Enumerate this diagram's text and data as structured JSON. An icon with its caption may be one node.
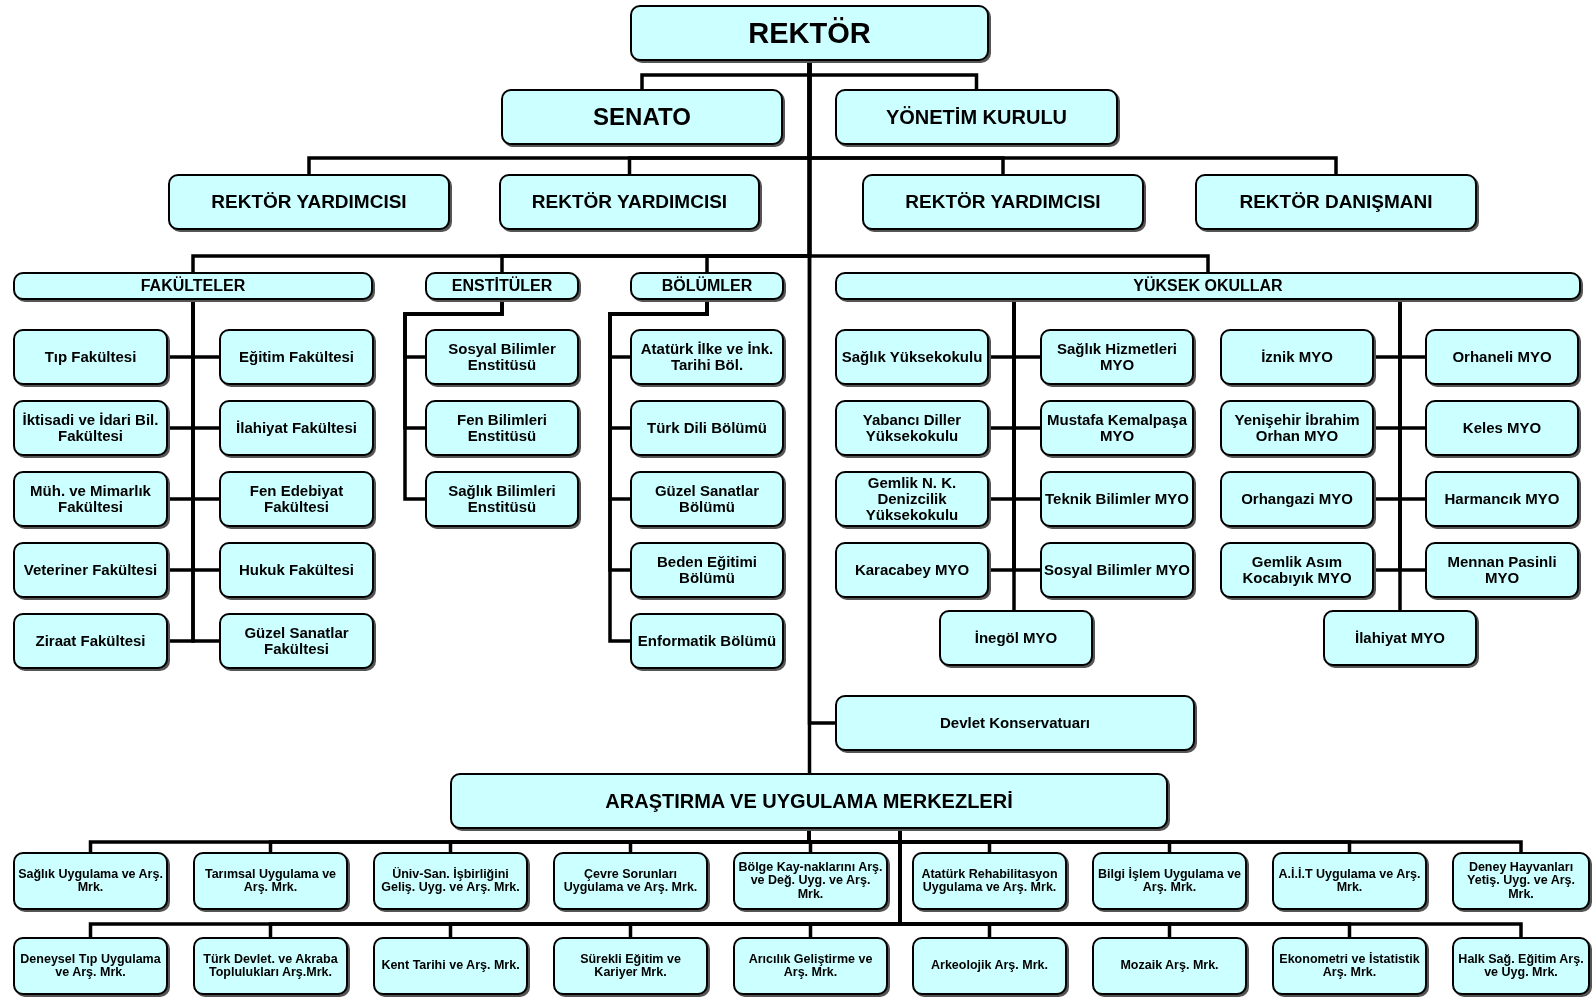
{
  "diagram": {
    "nodes": [
      {
        "text": [
          "REKTÖR"
        ]
      },
      {
        "text": [
          "SENATO"
        ]
      },
      {
        "text": [
          "YÖNETİM KURULU"
        ]
      },
      {
        "text": [
          "REKTÖR YARDIMCISI"
        ]
      },
      {
        "text": [
          "REKTÖR YARDIMCISI"
        ]
      },
      {
        "text": [
          "REKTÖR YARDIMCISI"
        ]
      },
      {
        "text": [
          "REKTÖR DANIŞMANI"
        ]
      },
      {
        "text": [
          "FAKÜLTELER"
        ]
      },
      {
        "text": [
          "ENSTİTÜLER"
        ]
      },
      {
        "text": [
          "BÖLÜMLER"
        ]
      },
      {
        "text": [
          "YÜKSEK OKULLAR"
        ]
      },
      {
        "text": [
          "Tıp Fakültesi"
        ]
      },
      {
        "text": [
          "Eğitim Fakültesi"
        ]
      },
      {
        "text": [
          "İktisadi ve İdari Bil. Fakültesi"
        ]
      },
      {
        "text": [
          "İlahiyat Fakültesi"
        ]
      },
      {
        "text": [
          "Müh. ve Mimarlık Fakültesi"
        ]
      },
      {
        "text": [
          "Fen Edebiyat Fakültesi"
        ]
      },
      {
        "text": [
          "Veteriner Fakültesi"
        ]
      },
      {
        "text": [
          "Hukuk Fakültesi"
        ]
      },
      {
        "text": [
          "Ziraat Fakültesi"
        ]
      },
      {
        "text": [
          "Güzel Sanatlar Fakültesi"
        ]
      },
      {
        "text": [
          "Sosyal Bilimler Enstitüsü"
        ]
      },
      {
        "text": [
          "Fen Bilimleri Enstitüsü"
        ]
      },
      {
        "text": [
          "Sağlık Bilimleri Enstitüsü"
        ]
      },
      {
        "text": [
          "Atatürk İlke ve İnk. Tarihi Böl."
        ]
      },
      {
        "text": [
          "Türk Dili Bölümü"
        ]
      },
      {
        "text": [
          "Güzel Sanatlar Bölümü"
        ]
      },
      {
        "text": [
          "Beden Eğitimi Bölümü"
        ]
      },
      {
        "text": [
          "Enformatik Bölümü"
        ]
      },
      {
        "text": [
          "Sağlık Yüksekokulu"
        ]
      },
      {
        "text": [
          "Sağlık Hizmetleri MYO"
        ]
      },
      {
        "text": [
          "İznik MYO"
        ]
      },
      {
        "text": [
          "Orhaneli MYO"
        ]
      },
      {
        "text": [
          "Yabancı Diller Yüksekokulu"
        ]
      },
      {
        "text": [
          "Mustafa Kemalpaşa MYO"
        ]
      },
      {
        "text": [
          "Yenişehir İbrahim Orhan MYO"
        ]
      },
      {
        "text": [
          "Keles MYO"
        ]
      },
      {
        "text": [
          "Gemlik N. K. Denizcilik Yüksekokulu"
        ]
      },
      {
        "text": [
          "Teknik Bilimler MYO"
        ]
      },
      {
        "text": [
          "Orhangazi MYO"
        ]
      },
      {
        "text": [
          "Harmancık MYO"
        ]
      },
      {
        "text": [
          "Karacabey MYO"
        ]
      },
      {
        "text": [
          "Sosyal Bilimler MYO"
        ]
      },
      {
        "text": [
          "Gemlik Asım Kocabıyık MYO"
        ]
      },
      {
        "text": [
          "Mennan Pasinli MYO"
        ]
      },
      {
        "text": [
          "İnegöl MYO"
        ]
      },
      {
        "text": [
          "İlahiyat MYO"
        ]
      },
      {
        "text": [
          "Devlet Konservatuarı"
        ]
      },
      {
        "text": [
          "ARAŞTIRMA VE UYGULAMA MERKEZLERİ"
        ]
      },
      {
        "text": [
          "Sağlık Uygulama ve Arş. Mrk."
        ]
      },
      {
        "text": [
          "Tarımsal Uygulama ve Arş. Mrk."
        ]
      },
      {
        "text": [
          "Üniv-San. İşbirliğini Geliş. Uyg. ve Arş. Mrk."
        ]
      },
      {
        "text": [
          "Çevre Sorunları Uygulama ve Arş. Mrk."
        ]
      },
      {
        "text": [
          "Bölge Kay-naklarını Arş. ve Değ. Uyg. ve Arş. Mrk."
        ]
      },
      {
        "text": [
          "Atatürk Rehabilitasyon Uygulama ve Arş. Mrk."
        ]
      },
      {
        "text": [
          "Bilgi İşlem Uygulama ve Arş. Mrk."
        ]
      },
      {
        "text": [
          "A.İ.İ.T Uygulama ve Arş. Mrk."
        ]
      },
      {
        "text": [
          "Deney Hayvanları Yetiş. Uyg. ve Arş. Mrk."
        ]
      },
      {
        "text": [
          "Deneysel Tıp Uygulama ve Arş. Mrk."
        ]
      },
      {
        "text": [
          "Türk Devlet. ve Akraba Toplulukları Arş.Mrk."
        ]
      },
      {
        "text": [
          "Kent Tarihi ve Arş. Mrk."
        ]
      },
      {
        "text": [
          "Sürekli Eğitim ve Kariyer Mrk."
        ]
      },
      {
        "text": [
          "Arıcılık Geliştirme ve Arş. Mrk."
        ]
      },
      {
        "text": [
          "Arkeolojik Arş. Mrk."
        ]
      },
      {
        "text": [
          "Mozaik Arş. Mrk."
        ]
      },
      {
        "text": [
          "Ekonometri ve İstatistik Arş. Mrk."
        ]
      },
      {
        "text": [
          "Halk Sağ. Eğitim Arş. ve Uyg. Mrk."
        ]
      }
    ],
    "edges": [
      {
        "from": 0,
        "to": 1,
        "arrow": "none"
      },
      {
        "from": 0,
        "to": 2,
        "arrow": "none"
      },
      {
        "from": 0,
        "to": 3,
        "arrow": "none"
      },
      {
        "from": 0,
        "to": 4,
        "arrow": "none"
      },
      {
        "from": 0,
        "to": 5,
        "arrow": "none"
      },
      {
        "from": 0,
        "to": 6,
        "arrow": "none"
      },
      {
        "from": 0,
        "to": 7,
        "arrow": "none"
      },
      {
        "from": 0,
        "to": 8,
        "arrow": "none"
      },
      {
        "from": 0,
        "to": 9,
        "arrow": "none"
      },
      {
        "from": 0,
        "to": 10,
        "arrow": "none"
      },
      {
        "from": 0,
        "to": 47,
        "arrow": "none"
      },
      {
        "from": 0,
        "to": 48,
        "arrow": "none"
      },
      {
        "from": 7,
        "to": 11,
        "arrow": "none"
      },
      {
        "from": 7,
        "to": 12,
        "arrow": "none"
      },
      {
        "from": 7,
        "to": 13,
        "arrow": "none"
      },
      {
        "from": 7,
        "to": 14,
        "arrow": "none"
      },
      {
        "from": 7,
        "to": 15,
        "arrow": "none"
      },
      {
        "from": 7,
        "to": 16,
        "arrow": "none"
      },
      {
        "from": 7,
        "to": 17,
        "arrow": "none"
      },
      {
        "from": 7,
        "to": 18,
        "arrow": "none"
      },
      {
        "from": 7,
        "to": 19,
        "arrow": "none"
      },
      {
        "from": 7,
        "to": 20,
        "arrow": "none"
      },
      {
        "from": 8,
        "to": 21,
        "arrow": "none"
      },
      {
        "from": 8,
        "to": 22,
        "arrow": "none"
      },
      {
        "from": 8,
        "to": 23,
        "arrow": "none"
      },
      {
        "from": 9,
        "to": 24,
        "arrow": "none"
      },
      {
        "from": 9,
        "to": 25,
        "arrow": "none"
      },
      {
        "from": 9,
        "to": 26,
        "arrow": "none"
      },
      {
        "from": 9,
        "to": 27,
        "arrow": "none"
      },
      {
        "from": 9,
        "to": 28,
        "arrow": "none"
      },
      {
        "from": 10,
        "to": 29,
        "arrow": "none"
      },
      {
        "from": 10,
        "to": 30,
        "arrow": "none"
      },
      {
        "from": 10,
        "to": 31,
        "arrow": "none"
      },
      {
        "from": 10,
        "to": 32,
        "arrow": "none"
      },
      {
        "from": 10,
        "to": 33,
        "arrow": "none"
      },
      {
        "from": 10,
        "to": 34,
        "arrow": "none"
      },
      {
        "from": 10,
        "to": 35,
        "arrow": "none"
      },
      {
        "from": 10,
        "to": 36,
        "arrow": "none"
      },
      {
        "from": 10,
        "to": 37,
        "arrow": "none"
      },
      {
        "from": 10,
        "to": 38,
        "arrow": "none"
      },
      {
        "from": 10,
        "to": 39,
        "arrow": "none"
      },
      {
        "from": 10,
        "to": 40,
        "arrow": "none"
      },
      {
        "from": 10,
        "to": 41,
        "arrow": "none"
      },
      {
        "from": 10,
        "to": 42,
        "arrow": "none"
      },
      {
        "from": 10,
        "to": 43,
        "arrow": "none"
      },
      {
        "from": 10,
        "to": 44,
        "arrow": "none"
      },
      {
        "from": 10,
        "to": 45,
        "arrow": "none"
      },
      {
        "from": 10,
        "to": 46,
        "arrow": "none"
      },
      {
        "from": 48,
        "to": 49,
        "arrow": "none"
      },
      {
        "from": 48,
        "to": 50,
        "arrow": "none"
      },
      {
        "from": 48,
        "to": 51,
        "arrow": "none"
      },
      {
        "from": 48,
        "to": 52,
        "arrow": "none"
      },
      {
        "from": 48,
        "to": 53,
        "arrow": "none"
      },
      {
        "from": 48,
        "to": 54,
        "arrow": "none"
      },
      {
        "from": 48,
        "to": 55,
        "arrow": "none"
      },
      {
        "from": 48,
        "to": 56,
        "arrow": "none"
      },
      {
        "from": 48,
        "to": 57,
        "arrow": "none"
      },
      {
        "from": 48,
        "to": 58,
        "arrow": "none"
      },
      {
        "from": 48,
        "to": 59,
        "arrow": "none"
      },
      {
        "from": 48,
        "to": 60,
        "arrow": "none"
      },
      {
        "from": 48,
        "to": 61,
        "arrow": "none"
      },
      {
        "from": 48,
        "to": 62,
        "arrow": "none"
      },
      {
        "from": 48,
        "to": 63,
        "arrow": "none"
      },
      {
        "from": 48,
        "to": 64,
        "arrow": "none"
      },
      {
        "from": 48,
        "to": 65,
        "arrow": "none"
      },
      {
        "from": 48,
        "to": 66,
        "arrow": "none"
      }
    ]
  }
}
